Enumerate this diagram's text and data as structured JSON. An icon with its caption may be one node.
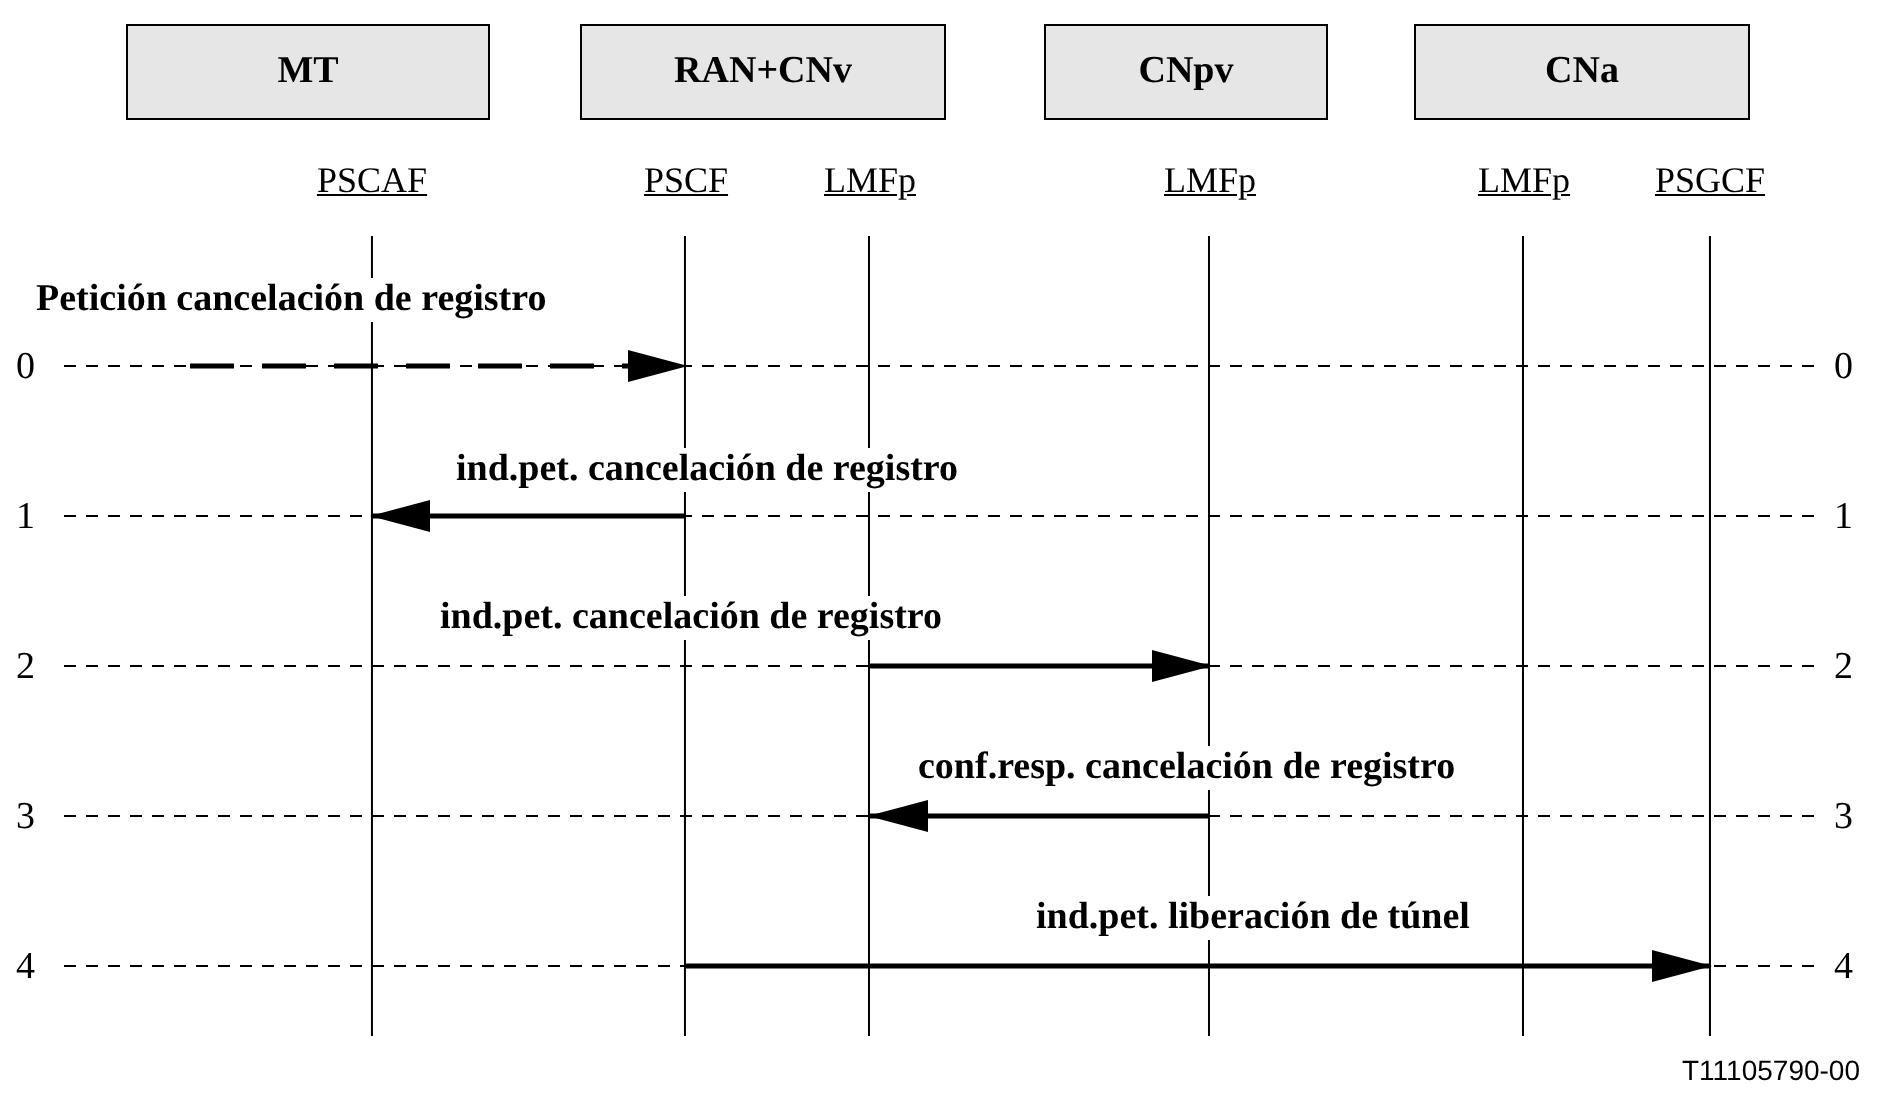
{
  "diagram": {
    "nodes": [
      {
        "text": [
          "MT"
        ]
      },
      {
        "text": [
          "RAN+CNv"
        ]
      },
      {
        "text": [
          "CNpv"
        ]
      },
      {
        "text": [
          "CNa"
        ]
      },
      {
        "text": [
          "PSCAF"
        ]
      },
      {
        "text": [
          "PSCF"
        ]
      },
      {
        "text": [
          "LMFp"
        ]
      },
      {
        "text": [
          "LMFp"
        ]
      },
      {
        "text": [
          "LMFp"
        ]
      },
      {
        "text": [
          "PSGCF"
        ]
      }
    ],
    "edges": [
      {
        "from": null,
        "to": 5,
        "arrow": "to",
        "label": "Petición cancelación de registro",
        "style": "dashed"
      },
      {
        "from": 5,
        "to": 4,
        "arrow": "to",
        "label": "ind.pet. cancelación de registro"
      },
      {
        "from": 6,
        "to": 7,
        "arrow": "to",
        "label": "ind.pet. cancelación de registro"
      },
      {
        "from": 7,
        "to": 6,
        "arrow": "to",
        "label": "conf.resp. cancelación de registro"
      },
      {
        "from": 5,
        "to": 9,
        "arrow": "to",
        "label": "ind.pet. liberación de túnel"
      }
    ],
    "labels": [
      "0",
      "0",
      "1",
      "1",
      "2",
      "2",
      "3",
      "3",
      "4",
      "4",
      "T11105790-00"
    ]
  }
}
